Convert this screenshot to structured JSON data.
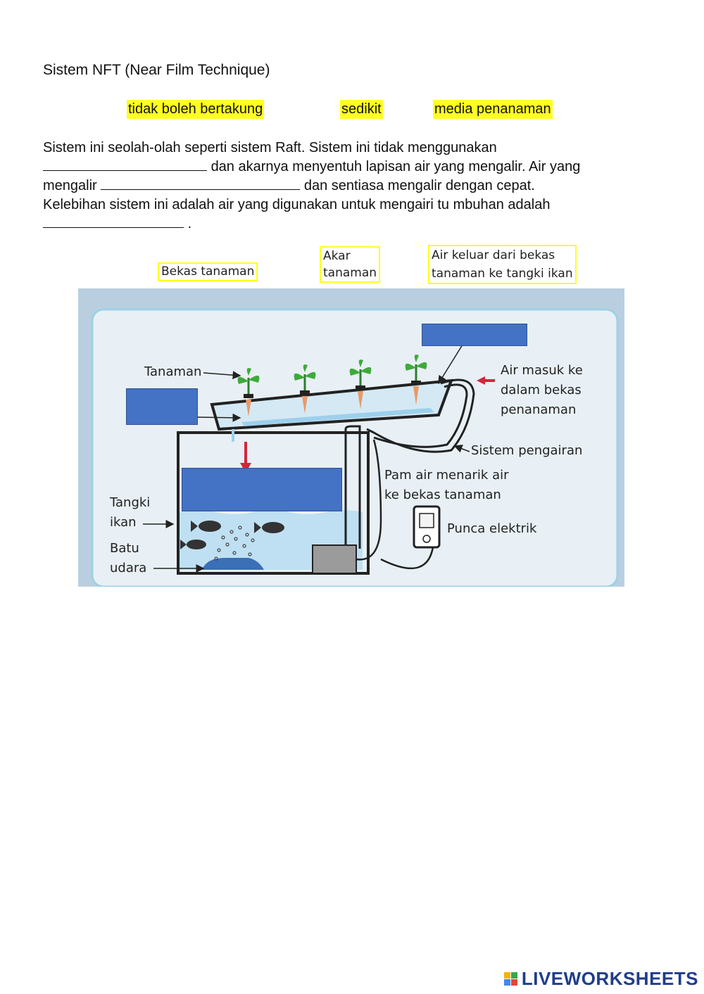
{
  "worksheet": {
    "title": "Sistem NFT (Near Film Technique)",
    "word_bank": [
      "tidak boleh bertakung",
      "sedikit",
      "media penanaman"
    ],
    "paragraph": {
      "line1": "Sistem ini seolah-olah seperti sistem Raft. Sistem ini tidak menggunakan",
      "line2_after": "dan akarnya menyentuh lapisan air yang mengalir. Air yang",
      "line3_before": "mengalir",
      "line3_after": "dan sentiasa mengalir dengan cepat.",
      "line4": "Kelebihan sistem ini adalah air yang digunakan untuk mengairi tu mbuhan adalah",
      "line5_after": "."
    }
  },
  "diagram": {
    "drag_labels": {
      "bekas": "Bekas tanaman",
      "akar_1": "Akar",
      "akar_2": "tanaman",
      "air_keluar_1": "Air keluar dari bekas",
      "air_keluar_2": "tanaman ke tangki ikan"
    },
    "text": {
      "tanaman": "Tanaman",
      "air_masuk_1": "Air masuk ke",
      "air_masuk_2": "dalam bekas",
      "air_masuk_3": "penanaman",
      "sistem_pengairan": "Sistem pengairan",
      "pam_1": "Pam air menarik air",
      "pam_2": "ke bekas tanaman",
      "tangki_1": "Tangki",
      "tangki_2": "ikan",
      "punca": "Punca elektrik",
      "batu_1": "Batu",
      "batu_2": "udara"
    },
    "colors": {
      "dropbox": "#4472c4",
      "water": "#bfe0f2",
      "highlight": "#ffff1f",
      "panel": "#e6eff5"
    }
  },
  "footer": {
    "brand": "LIVEWORKSHEETS"
  }
}
